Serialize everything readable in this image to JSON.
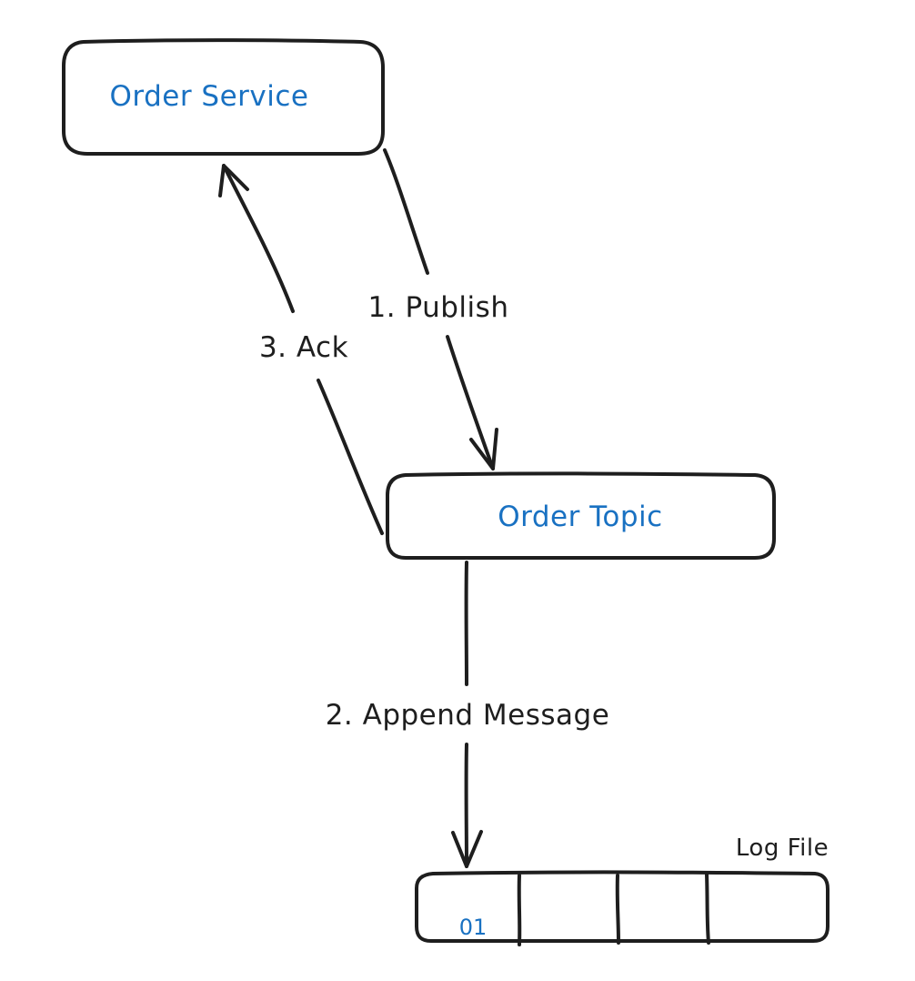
{
  "diagram": {
    "nodes": {
      "order_service": {
        "label": "Order Service"
      },
      "order_topic": {
        "label": "Order Topic"
      },
      "log_file": {
        "label": "Log File",
        "cells": [
          "01",
          "",
          "",
          ""
        ]
      }
    },
    "edges": {
      "publish": {
        "label": "1. Publish",
        "from": "Order Service",
        "to": "Order Topic"
      },
      "append": {
        "label": "2. Append Message",
        "from": "Order Topic",
        "to": "Log File"
      },
      "ack": {
        "label": "3. Ack",
        "from": "Order Topic",
        "to": "Order Service"
      }
    },
    "colors": {
      "stroke": "#1e1e1e",
      "node_text": "#1971c2",
      "background": "#ffffff"
    }
  }
}
